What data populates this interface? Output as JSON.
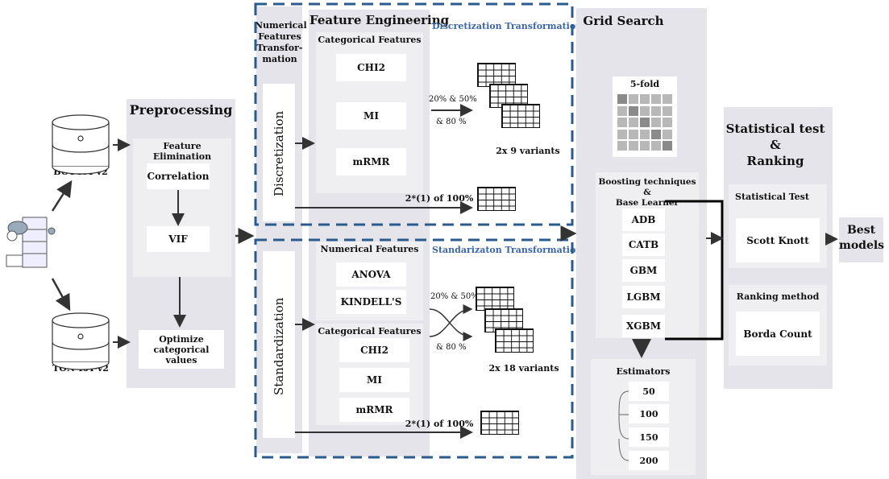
{
  "datasets": {
    "top": "BOT-IoT-v2",
    "bottom": "TON-IoT-v2"
  },
  "preprocessing": {
    "title": "Preprocessing",
    "feature_elimination": "Feature Elimination",
    "correlation": "Correlation",
    "vif": "VIF",
    "optimize": "Optimize\ncategorical values"
  },
  "numerical_transform": {
    "title": "Numerical\nFeatures\nTransfor-\nmation",
    "discretization": "Discretization",
    "standardization": "Standardization"
  },
  "feature_engineering": {
    "title": "Feature Engineering",
    "disc_title": "Discretization Transformation",
    "std_title": "Standarizaton Transformation",
    "cat_features": "Categorical Features",
    "num_features": "Numerical Features",
    "disc_methods": [
      "CHI2",
      "MI",
      "mRMR"
    ],
    "num_methods": [
      "ANOVA",
      "KINDELL'S"
    ],
    "std_cat_methods": [
      "CHI2",
      "MI",
      "mRMR"
    ],
    "pct_top": "20% & 50%",
    "pct_bottom": "& 80 %",
    "variants_disc": "2x 9 variants",
    "variants_std": "2x 18 variants",
    "full_label": "2*(1) of 100%"
  },
  "grid_search": {
    "title": "Grid Search",
    "fold": "5-fold",
    "boosting_title": "Boosting techniques &\nBase Learner",
    "boosters": [
      "ADB",
      "CATB",
      "GBM",
      "LGBM",
      "XGBM"
    ],
    "estimators_title": "Estimators",
    "estimators": [
      "50",
      "100",
      "150",
      "200"
    ]
  },
  "stats": {
    "title": "Statistical test\n&\nRanking",
    "test_title": "Statistical Test",
    "test_method": "Scott Knott",
    "rank_title": "Ranking method",
    "rank_method": "Borda Count"
  },
  "best": "Best\nmodels",
  "colors": {
    "panel": "#e4e4ea",
    "dash": "#2b5a8f",
    "blue_text": "#3a66a8",
    "arrow": "#333333"
  }
}
